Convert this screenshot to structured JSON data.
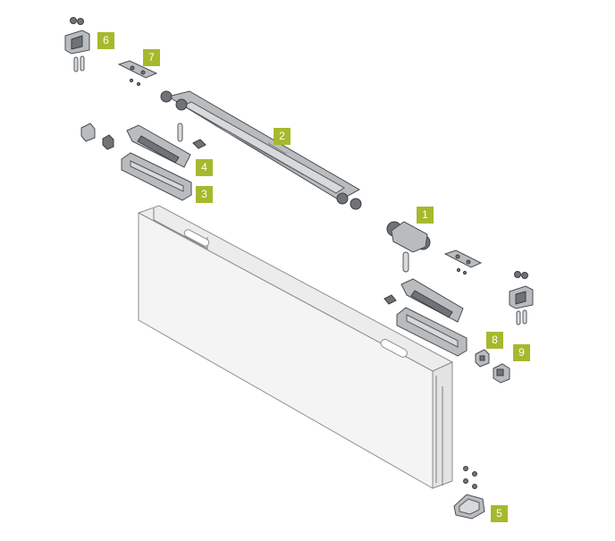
{
  "callouts": [
    {
      "id": "part-1",
      "label": "1"
    },
    {
      "id": "part-2",
      "label": "2"
    },
    {
      "id": "part-3",
      "label": "3"
    },
    {
      "id": "part-4",
      "label": "4"
    },
    {
      "id": "part-5",
      "label": "5"
    },
    {
      "id": "part-6",
      "label": "6"
    },
    {
      "id": "part-7",
      "label": "7"
    },
    {
      "id": "part-8",
      "label": "8"
    },
    {
      "id": "part-9",
      "label": "9"
    }
  ],
  "colors": {
    "callout_bg": "#a6b92d",
    "callout_text": "#ffffff",
    "part_fill": "#b9bcbf",
    "part_stroke": "#4a4d50"
  }
}
